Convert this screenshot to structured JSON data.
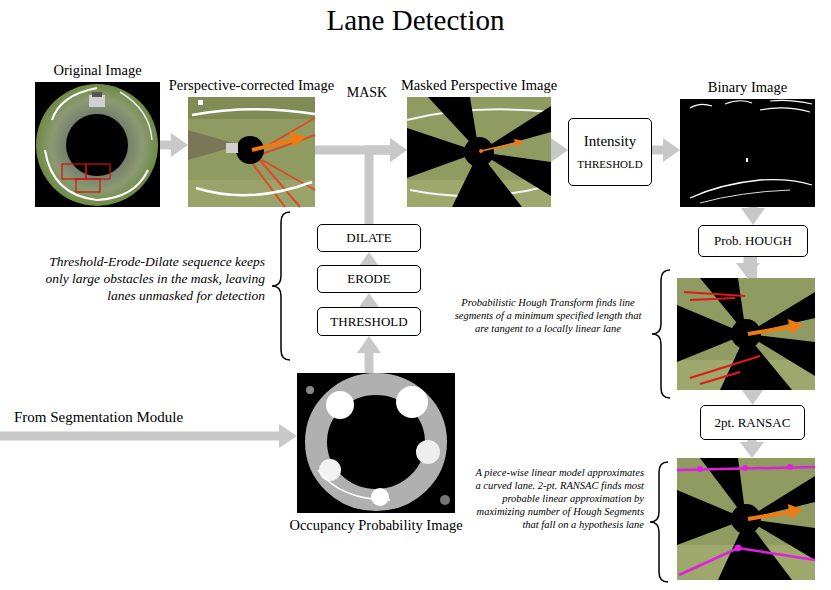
{
  "diagram": {
    "title": "Lane Detection",
    "nodes": [
      {
        "text": [
          "Original Image"
        ]
      },
      {
        "text": [
          "Perspective-corrected Image"
        ]
      },
      {
        "text": [
          "Masked Perspective Image"
        ]
      },
      {
        "text": [
          "Intensity",
          "THRESHOLD"
        ]
      },
      {
        "text": [
          "Binary Image"
        ]
      },
      {
        "text": [
          "DILATE"
        ]
      },
      {
        "text": [
          "Prob. HOUGH"
        ]
      },
      {
        "text": [
          "ERODE"
        ]
      },
      {
        "text": [
          "THRESHOLD"
        ]
      },
      {
        "text": [
          "2pt. RANSAC"
        ]
      },
      {
        "text": [
          "Occupancy Probability Image"
        ]
      }
    ],
    "edges": [
      {
        "from": 0,
        "to": 1,
        "arrow": "to"
      },
      {
        "from": 1,
        "to": 2,
        "arrow": "to",
        "label": "MASK"
      },
      {
        "from": 2,
        "to": 3,
        "arrow": "to"
      },
      {
        "from": 3,
        "to": 4,
        "arrow": "to"
      },
      {
        "from": 4,
        "to": 6,
        "arrow": "to"
      },
      {
        "from": 6,
        "to": 9,
        "arrow": "to"
      },
      {
        "from": 10,
        "to": 8,
        "arrow": "to"
      },
      {
        "from": 8,
        "to": 7,
        "arrow": "to"
      },
      {
        "from": 7,
        "to": 5,
        "arrow": "to"
      },
      {
        "from": 5,
        "to": 2,
        "arrow": "to"
      }
    ],
    "labels": [
      "Threshold-Erode-Dilate sequence keeps only large obstacles in the mask, leaving lanes unmasked for detection",
      "Probabilistic Hough Transform finds line segments of a minimum specified length that are tangent to a locally linear lane",
      "A piece-wise linear model approximates a curved lane. 2-pt. RANSAC finds most probable linear approximation by maximizing number of Hough Segments that fall on a hypothesis lane",
      "From Segmentation Module"
    ]
  }
}
